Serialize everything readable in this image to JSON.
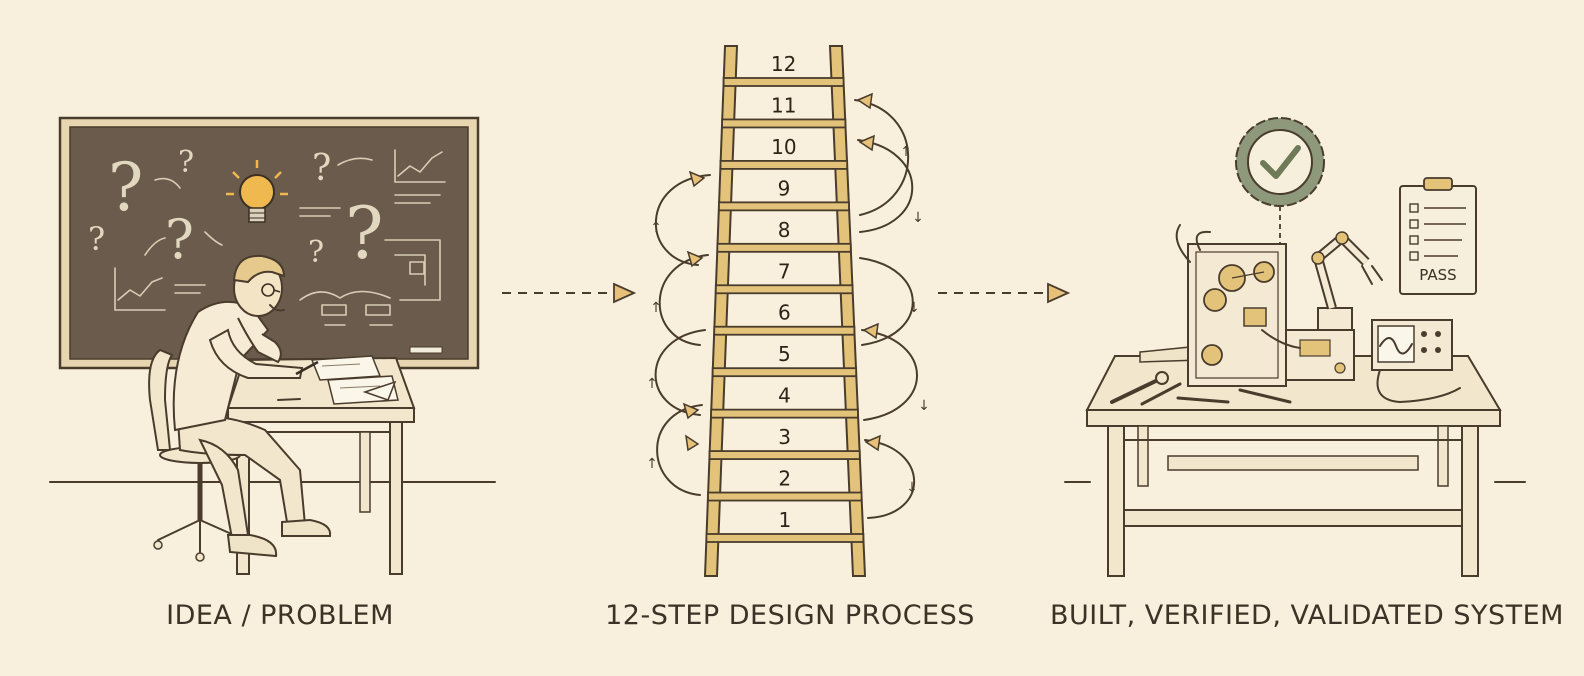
{
  "panels": [
    {
      "label": "IDEA / PROBLEM"
    },
    {
      "label": "12-STEP DESIGN PROCESS"
    },
    {
      "label": "BUILT, VERIFIED, VALIDATED SYSTEM"
    }
  ],
  "ladder": {
    "steps": [
      "1",
      "2",
      "3",
      "4",
      "5",
      "6",
      "7",
      "8",
      "9",
      "10",
      "11",
      "12"
    ]
  },
  "clipboard": {
    "stamp": "PASS"
  },
  "colors": {
    "background": "#f8f0dc",
    "ink": "#4a3c2c",
    "chalkboard": "#6b5b4c",
    "ladder": "#e3c27a",
    "badge": "#8e987a",
    "accent_arrow": "#e7c179"
  }
}
